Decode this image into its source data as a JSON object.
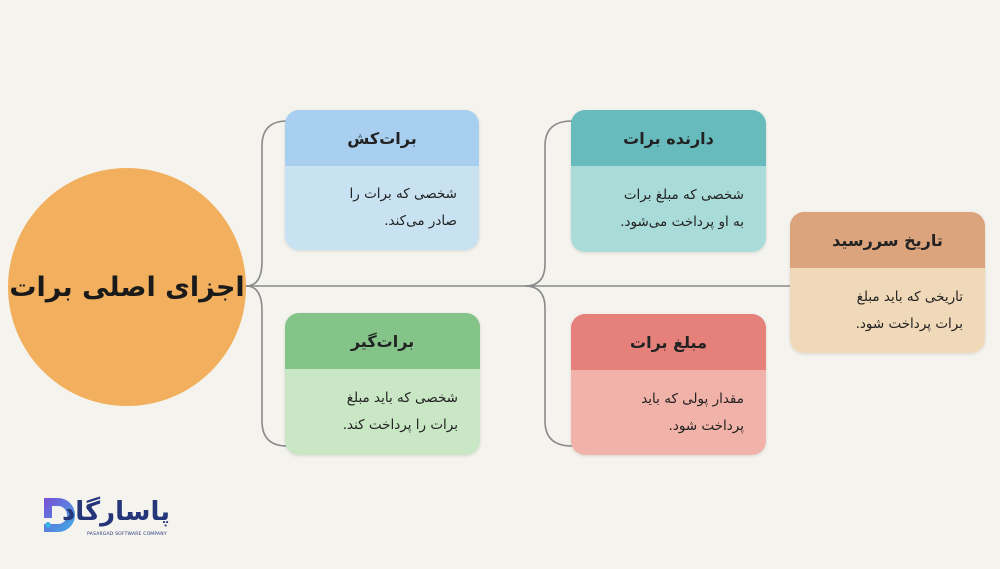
{
  "hub": {
    "title": "اجزای اصلی برات"
  },
  "cards": {
    "drawer": {
      "title": "برات‌کش",
      "lines": [
        "شخصی که برات را",
        "صادر می‌کند."
      ],
      "header_color": "#a8cfef",
      "body_color": "#c8e2f2"
    },
    "holder": {
      "title": "دارنده برات",
      "lines": [
        "شخصی که مبلغ برات",
        "به او پرداخت می‌شود."
      ],
      "header_color": "#68bbbd",
      "body_color": "#a9dbd8"
    },
    "maturity": {
      "title": "تاریخ سررسید",
      "lines": [
        "تاریخی که باید مبلغ",
        "برات پرداخت شود."
      ],
      "header_color": "#dca47c",
      "body_color": "#f0d9b9"
    },
    "drawee": {
      "title": "برات‌گیر",
      "lines": [
        "شخصی که باید مبلغ",
        "برات را پرداخت کند."
      ],
      "header_color": "#85c489",
      "body_color": "#c9e7c5"
    },
    "amount": {
      "title": "مبلغ برات",
      "lines": [
        "مقدار پولی که باید",
        "پرداخت شود."
      ],
      "header_color": "#e5807b",
      "body_color": "#f1b2a9"
    }
  },
  "logo": {
    "name": "پاسارگاد",
    "tagline": "PASARGAD SOFTWARE COMPANY",
    "brand_color": "#24357a",
    "accent_color": "#3bb0e6"
  },
  "colors": {
    "background": "#f5f3ee",
    "hub": "#f2b05e",
    "connector": "#8a8a8a"
  }
}
